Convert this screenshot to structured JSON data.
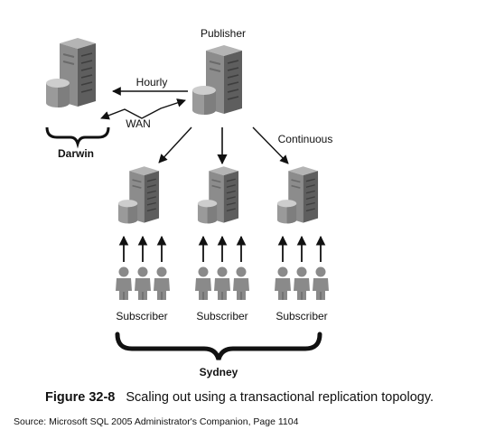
{
  "nodes": {
    "publisher": "Publisher",
    "darwin": "Darwin",
    "sydney": "Sydney",
    "subscribers": [
      "Subscriber",
      "Subscriber",
      "Subscriber"
    ]
  },
  "edges": {
    "hourly": "Hourly",
    "wan": "WAN",
    "continuous": "Continuous"
  },
  "caption": {
    "figure_number": "Figure 32-8",
    "text": "Scaling out using a transactional replication topology."
  },
  "source": "Source: Microsoft SQL 2005 Administrator's Companion, Page 1104",
  "colors": {
    "server_front": "#8c8c8c",
    "server_side": "#5e5e5e",
    "server_top": "#b4b4b4",
    "db_body": "#9a9a9a",
    "db_top": "#cdcdcd",
    "person": "#8a8a8a",
    "line": "#111111"
  }
}
